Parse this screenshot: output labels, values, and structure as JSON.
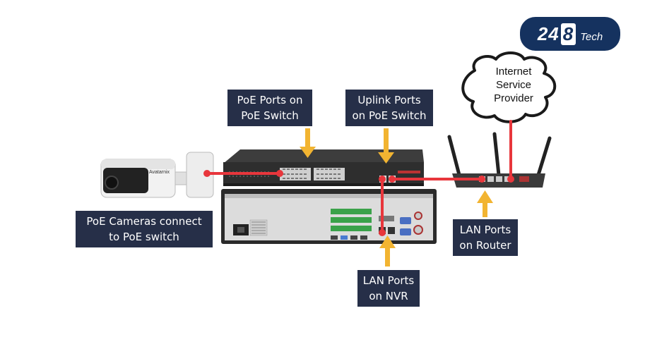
{
  "logo": {
    "prefix": "24",
    "highlight": "8",
    "suffix": "Tech"
  },
  "camera_brand": "Avatarnix",
  "cloud": {
    "line1": "Internet",
    "line2": "Service",
    "line3": "Provider"
  },
  "labels": {
    "poe_ports": "PoE Ports on\nPoE Switch",
    "uplink_ports": "Uplink Ports\non PoE Switch",
    "poe_cameras": "PoE Cameras connect\nto PoE switch",
    "lan_router": "LAN Ports\non Router",
    "lan_nvr": "LAN Ports\non NVR"
  },
  "colors": {
    "cable": "#e8363c",
    "arrow": "#f2b431",
    "label_bg": "#262f48",
    "logo_bg": "#15325f"
  }
}
